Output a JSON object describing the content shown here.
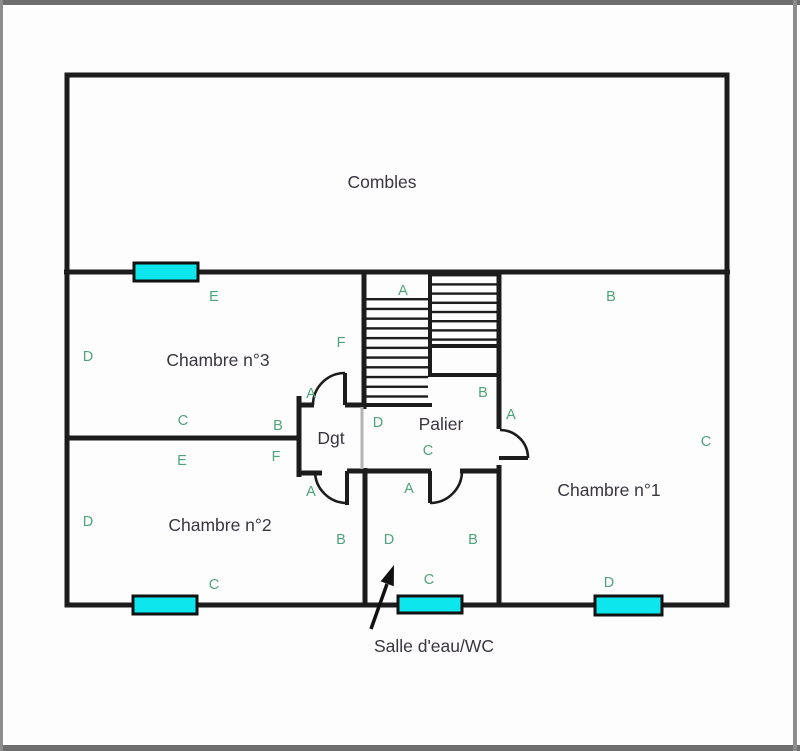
{
  "diagram": {
    "type": "floor-plan",
    "floor_title": "Combles"
  },
  "rooms": {
    "combles": "Combles",
    "chambre3": "Chambre n°3",
    "chambre2": "Chambre n°2",
    "chambre1": "Chambre n°1",
    "dgt": "Dgt",
    "palier": "Palier"
  },
  "annotations": {
    "salle_eau": "Salle d'eau/WC"
  },
  "markers": [
    {
      "label": "E"
    },
    {
      "label": "B"
    },
    {
      "label": "A"
    },
    {
      "label": "D"
    },
    {
      "label": "F"
    },
    {
      "label": "C"
    },
    {
      "label": "B"
    },
    {
      "label": "E"
    },
    {
      "label": "F"
    },
    {
      "label": "A"
    },
    {
      "label": "D"
    },
    {
      "label": "B"
    },
    {
      "label": "A"
    },
    {
      "label": "C"
    },
    {
      "label": "C"
    },
    {
      "label": "A"
    },
    {
      "label": "A"
    },
    {
      "label": "B"
    },
    {
      "label": "D"
    },
    {
      "label": "B"
    },
    {
      "label": "D"
    },
    {
      "label": "C"
    },
    {
      "label": "C"
    },
    {
      "label": "D"
    }
  ],
  "colors": {
    "wall": "#1c1c1c",
    "room_label": "#3a3540",
    "marker_green": "#4ea47a",
    "window_cyan": "#0ee6ee",
    "frame_gray": "#6e6e6e",
    "partition_light": "#b4b4b4"
  }
}
